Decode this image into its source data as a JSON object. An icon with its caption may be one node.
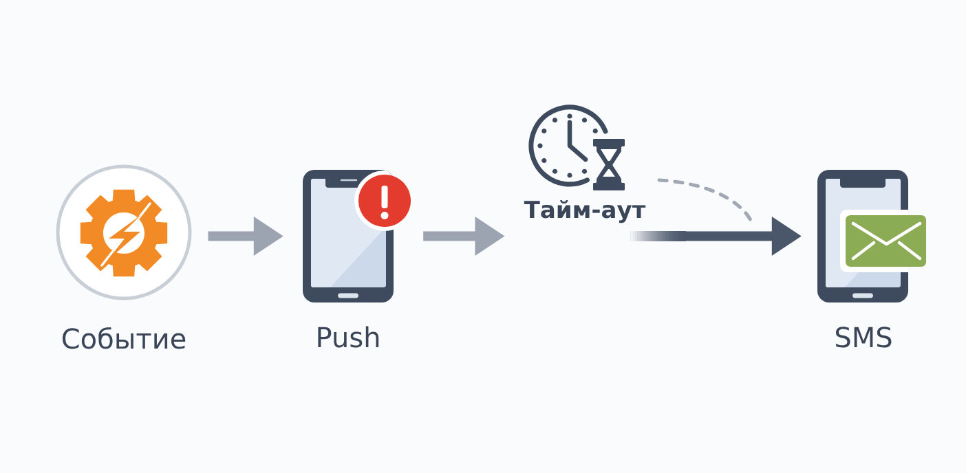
{
  "diagram": {
    "nodes": [
      {
        "text": [
          "Событие"
        ]
      },
      {
        "text": [
          "Push"
        ]
      },
      {
        "text": [
          "Тайм-аут"
        ]
      },
      {
        "text": [
          "SMS"
        ]
      }
    ],
    "edges": [
      {
        "from": 0,
        "to": 1,
        "arrow": "to"
      },
      {
        "from": 1,
        "to": 2,
        "arrow": "to"
      },
      {
        "from": 2,
        "to": 3,
        "arrow": "to",
        "color": "#4a566a"
      }
    ]
  }
}
